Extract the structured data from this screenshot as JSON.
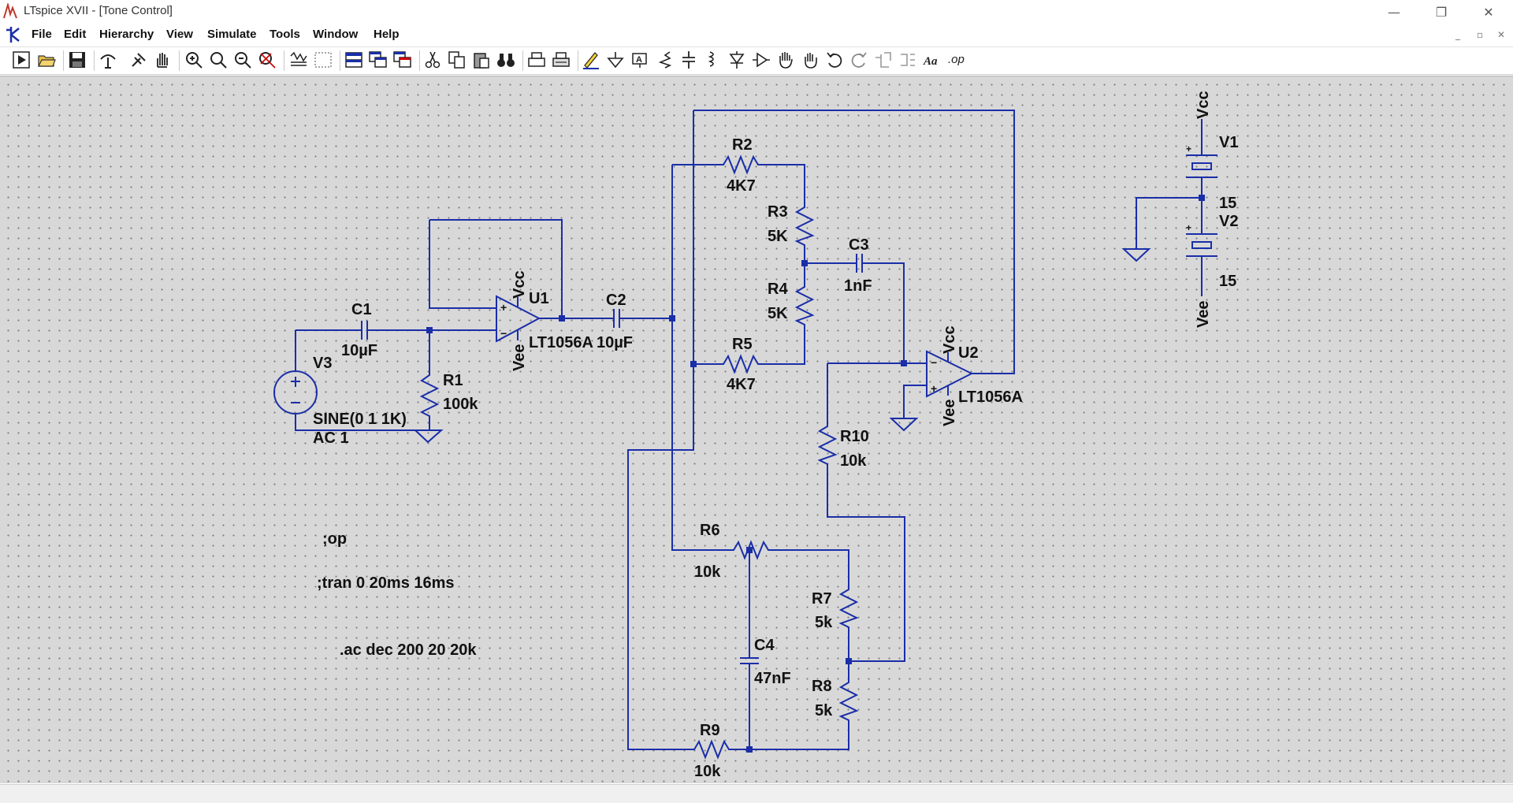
{
  "window": {
    "title": "LTspice XVII - [Tone Control]",
    "controls": {
      "minimize": "—",
      "restore": "❐",
      "close": "✕"
    }
  },
  "menu": {
    "items": [
      "File",
      "Edit",
      "Hierarchy",
      "View",
      "Simulate",
      "Tools",
      "Window",
      "Help"
    ],
    "mdi_controls": [
      "_",
      "▫",
      "✕"
    ]
  },
  "toolbar": {
    "last_button_label": ".op"
  },
  "schematic": {
    "components": {
      "C1": {
        "name": "C1",
        "value": "10µF"
      },
      "C2": {
        "name": "C2",
        "value": "10µF"
      },
      "C3": {
        "name": "C3",
        "value": "1nF"
      },
      "C4": {
        "name": "C4",
        "value": "47nF"
      },
      "R1": {
        "name": "R1",
        "value": "100k"
      },
      "R2": {
        "name": "R2",
        "value": "4K7"
      },
      "R3": {
        "name": "R3",
        "value": "5K"
      },
      "R4": {
        "name": "R4",
        "value": "5K"
      },
      "R5": {
        "name": "R5",
        "value": "4K7"
      },
      "R6": {
        "name": "R6",
        "value": "10k"
      },
      "R7": {
        "name": "R7",
        "value": "5k"
      },
      "R8": {
        "name": "R8",
        "value": "5k"
      },
      "R9": {
        "name": "R9",
        "value": "10k"
      },
      "R10": {
        "name": "R10",
        "value": "10k"
      },
      "U1": {
        "name": "U1",
        "value": "LT1056A"
      },
      "U2": {
        "name": "U2",
        "value": "LT1056A"
      },
      "V1": {
        "name": "V1",
        "value": "15"
      },
      "V2": {
        "name": "V2",
        "value": "15"
      },
      "V3": {
        "name": "V3",
        "value": "SINE(0 1 1K)",
        "value2": "AC 1"
      }
    },
    "net_labels": {
      "vcc": "Vcc",
      "vee": "Vee"
    },
    "directives": {
      "op": ";op",
      "tran": ";tran 0 20ms 16ms",
      "ac": ".ac dec 200 20 20k"
    }
  },
  "colors": {
    "wire": "#1a2ea8",
    "canvas": "#d8d8d8",
    "junction": "#1a2ea8"
  }
}
